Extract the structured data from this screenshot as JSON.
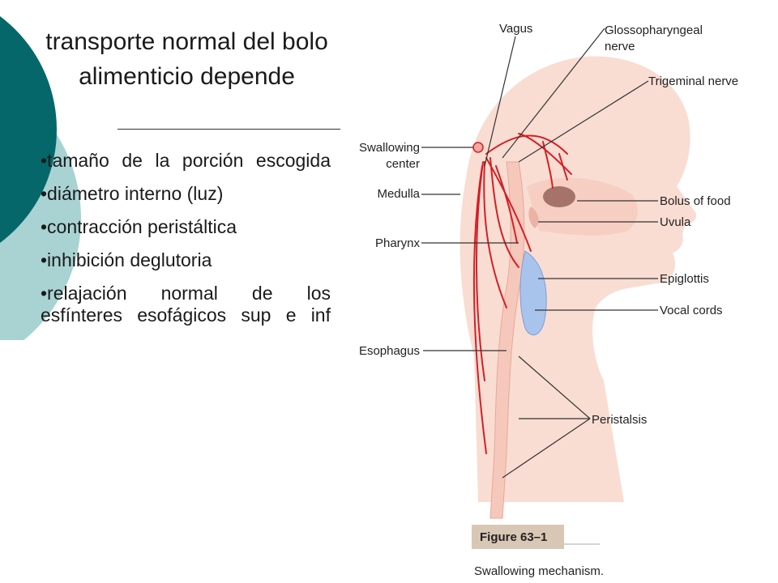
{
  "slide": {
    "title": "transporte normal del bolo alimenticio depende",
    "bullets": [
      "•tamaño de la porción escogida",
      "•diámetro interno (luz)",
      "•contracción peristáltica",
      "•inhibición deglutoria",
      "•relajación normal de los esfínteres esofágicos sup e inf"
    ]
  },
  "figure": {
    "labels": {
      "vagus": "Vagus",
      "glossopharyngeal_line1": "Glossopharyngeal",
      "glossopharyngeal_line2": "nerve",
      "trigeminal": "Trigeminal nerve",
      "swallowing_line1": "Swallowing",
      "swallowing_line2": "center",
      "medulla": "Medulla",
      "bolus": "Bolus of food",
      "uvula": "Uvula",
      "pharynx": "Pharynx",
      "epiglottis": "Epiglottis",
      "vocal_cords": "Vocal cords",
      "esophagus": "Esophagus",
      "peristalsis": "Peristalsis"
    },
    "caption_number": "Figure 63–1",
    "caption_text": "Swallowing mechanism."
  },
  "colors": {
    "deco_dark": "#05676a",
    "deco_light": "#a9d3d3",
    "nerve": "#d51f26",
    "skin": "#f9ddd2"
  }
}
